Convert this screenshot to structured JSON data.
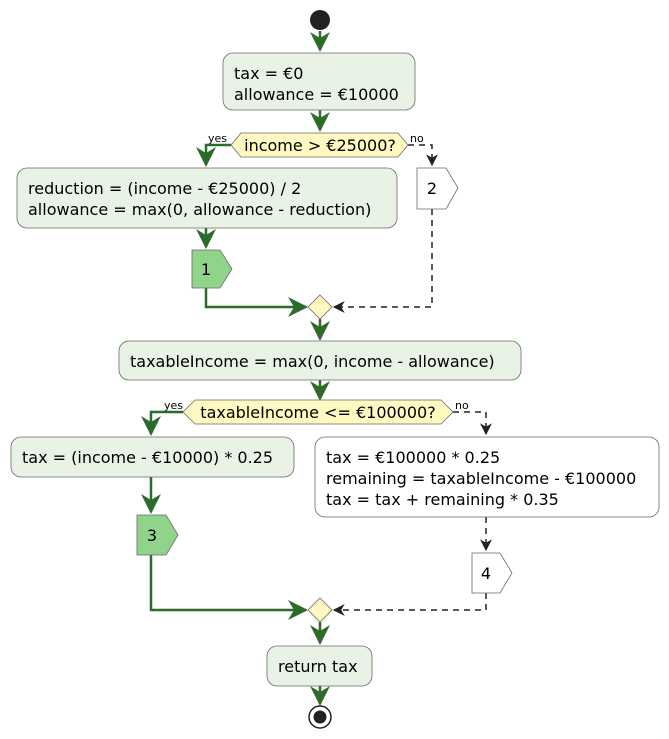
{
  "diagram": {
    "actions": {
      "init": [
        "tax = €0",
        "allowance = €10000"
      ],
      "reduce": [
        "reduction = (income - €25000) / 2",
        "allowance = max(0, allowance - reduction)"
      ],
      "taxable": [
        "taxableIncome = max(0, income - allowance)"
      ],
      "basic": [
        "tax = (income - €10000) * 0.25"
      ],
      "higher": [
        "tax = €100000 * 0.25",
        "remaining = taxableIncome - €100000",
        "tax = tax + remaining * 0.35"
      ],
      "ret": [
        "return tax"
      ]
    },
    "decisions": {
      "income_check": "income > €25000?",
      "taxable_check": "taxableIncome <= €100000?"
    },
    "branch_labels": {
      "yes": "yes",
      "no": "no"
    },
    "markers": {
      "m1": "1",
      "m2": "2",
      "m3": "3",
      "m4": "4"
    },
    "colors": {
      "action_fill": "#e8f3e6",
      "action_stroke": "#6a6a6a",
      "decision_fill": "#fff8c0",
      "marker_fill_active": "#8fd48a",
      "marker_fill_idle": "#ffffff",
      "flow_active": "#2d6b2d",
      "flow_idle": "#222222"
    }
  }
}
